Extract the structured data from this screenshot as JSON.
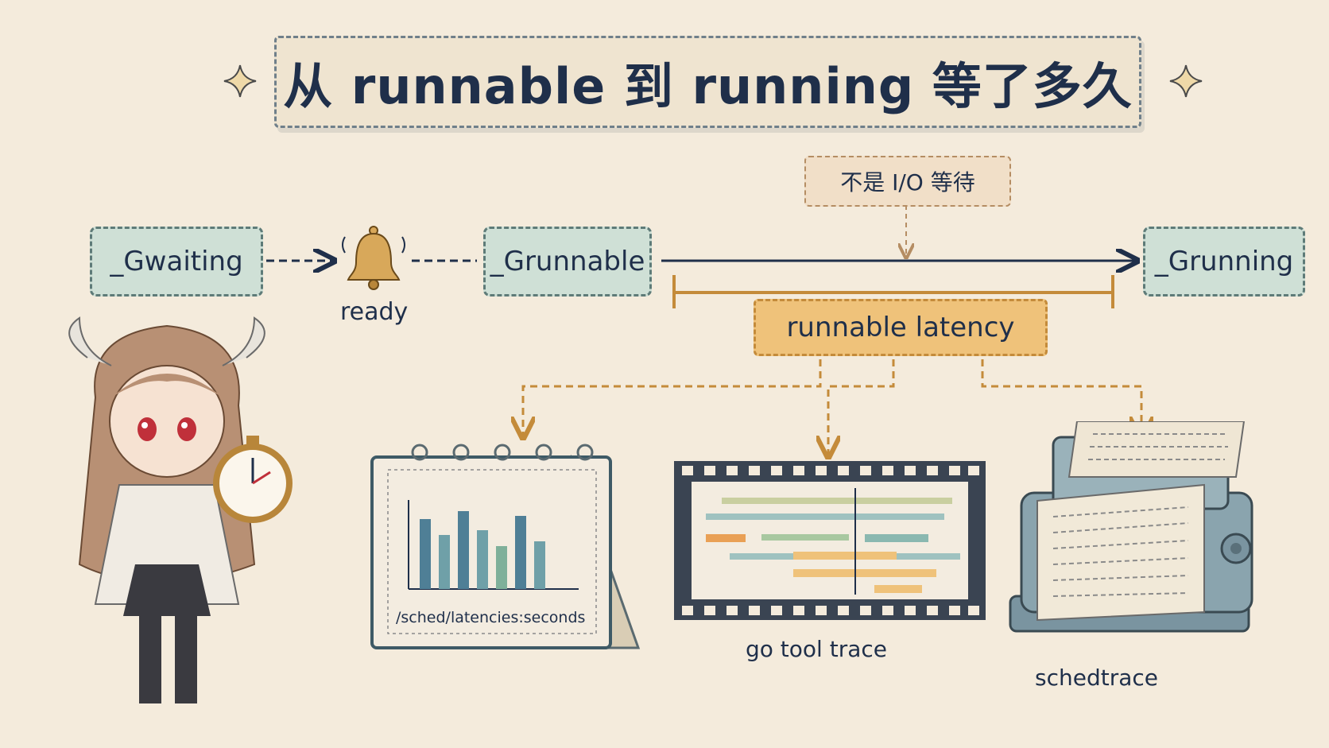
{
  "title": "从 runnable 到 running 等了多久",
  "states": {
    "waiting": "_Gwaiting",
    "runnable": "_Grunnable",
    "running": "_Grunning"
  },
  "ready_label": "ready",
  "note": "不是 I/O 等待",
  "latency_label": "runnable latency",
  "tools": {
    "metrics": "/sched/latencies:seconds",
    "trace": "go tool trace",
    "schedtrace": "schedtrace"
  },
  "icons": [
    "sparkle-icon",
    "bell-icon",
    "calendar-chart-icon",
    "film-strip-icon",
    "printer-icon",
    "stopwatch-icon"
  ],
  "colors": {
    "background": "#f4ebdc",
    "state_fill": "#cfe0d6",
    "latency_fill": "#efc27a",
    "arrow_dark": "#1f2f4a",
    "arrow_orange": "#c48b3a"
  }
}
